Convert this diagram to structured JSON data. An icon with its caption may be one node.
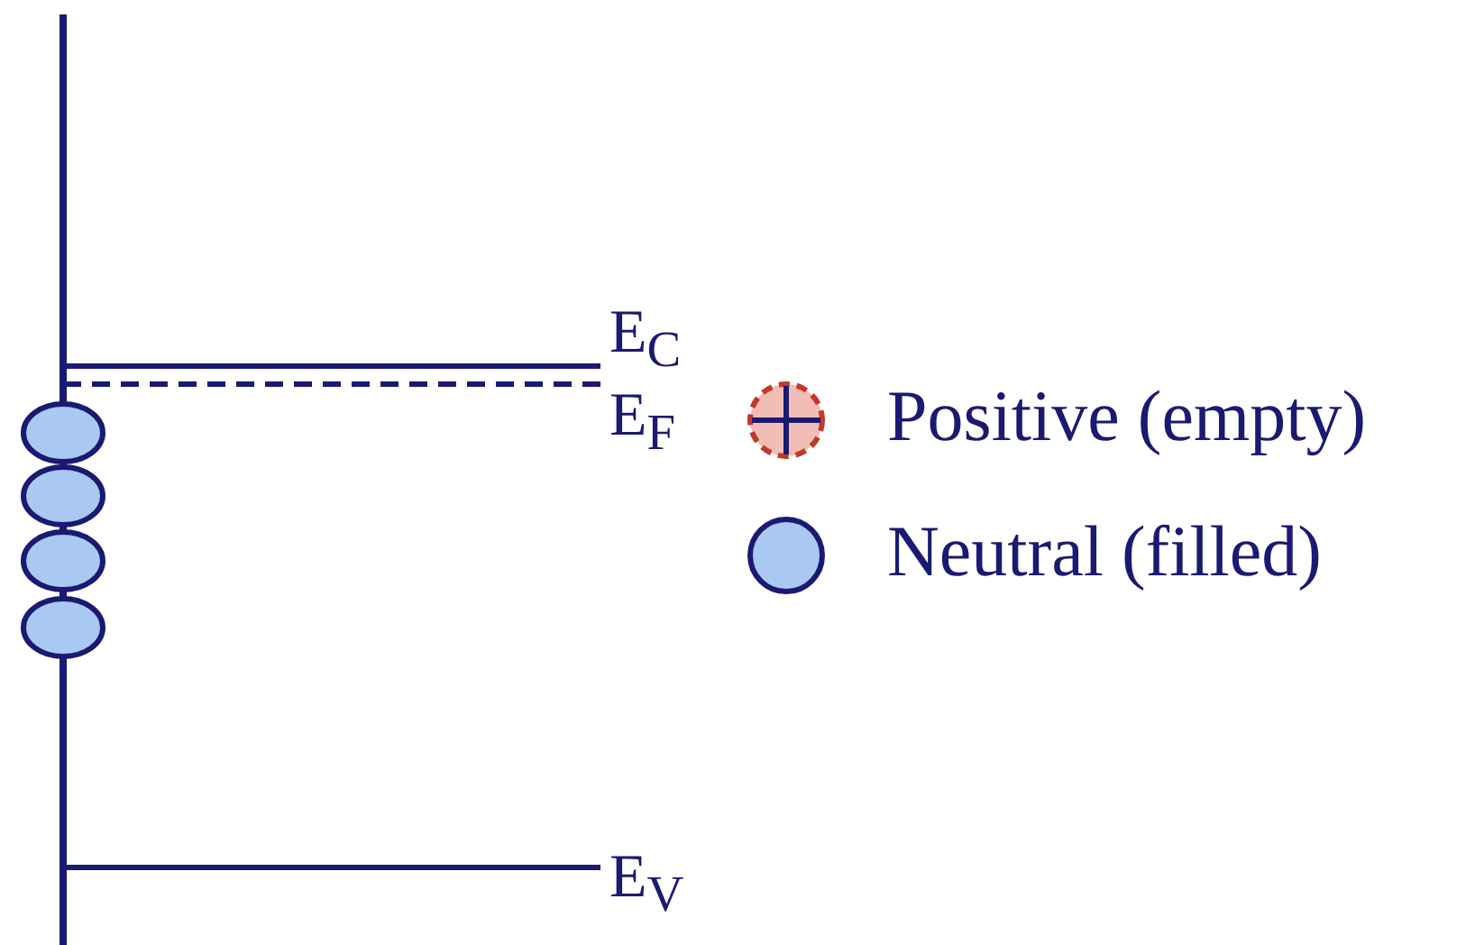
{
  "diagram": {
    "labels": [
      "E$_{C}$",
      "E$_{F}$",
      "E$_{V}$"
    ],
    "legend": [
      {
        "text": "Positive (empty)"
      },
      {
        "text": "Neutral (filled)"
      }
    ]
  }
}
